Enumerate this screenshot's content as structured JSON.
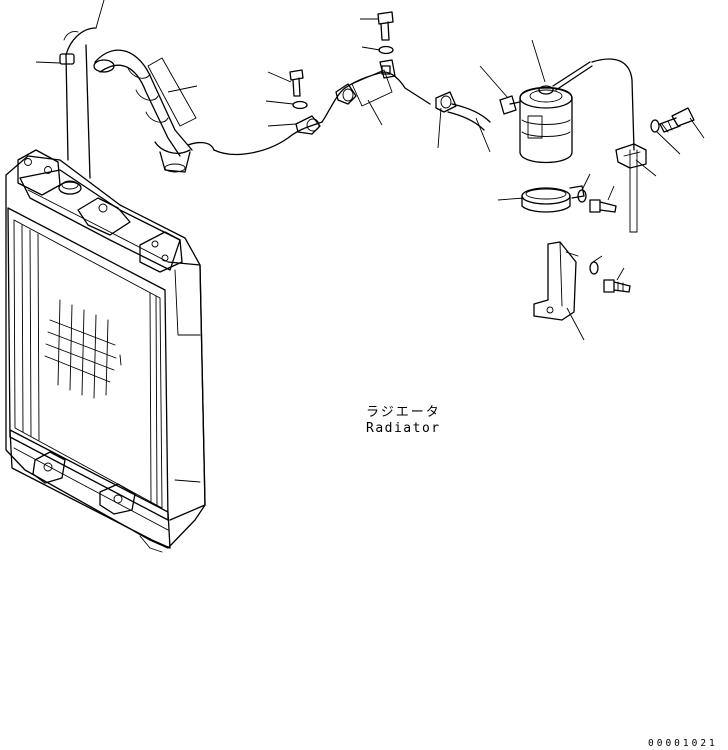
{
  "diagram": {
    "label_jp": "ラジエータ",
    "label_en": "Radiator",
    "drawing_number": "00001021"
  }
}
